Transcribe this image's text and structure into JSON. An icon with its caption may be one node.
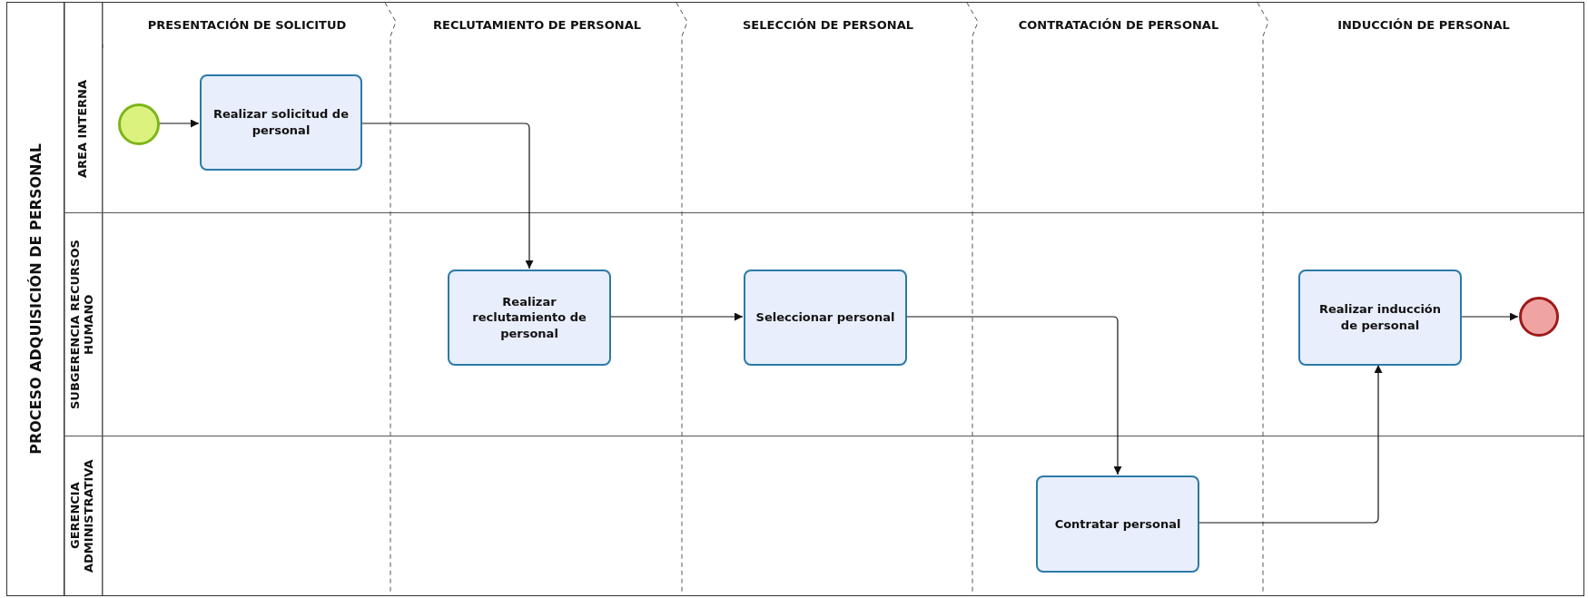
{
  "diagram": {
    "nodes": [
      {
        "text": [
          "PROCESO ADQUISICIÓN DE PERSONAL"
        ]
      },
      {
        "text": [
          "PRESENTACIÓN DE SOLICITUD"
        ],
        "in": 0
      },
      {
        "text": [
          "RECLUTAMIENTO DE PERSONAL"
        ],
        "in": 0
      },
      {
        "text": [
          "SELECCIÓN DE PERSONAL"
        ],
        "in": 0
      },
      {
        "text": [
          "CONTRATACIÓN DE PERSONAL"
        ],
        "in": 0
      },
      {
        "text": [
          "INDUCCIÓN DE PERSONAL"
        ],
        "in": 0
      },
      {
        "text": [
          "AREA INTERNA"
        ],
        "in": 0
      },
      {
        "text": [
          "SUBGERENCIA RECURSOS HUMANO"
        ],
        "in": 0
      },
      {
        "text": [
          "GERENCIA ADMINISTRATIVA"
        ],
        "in": 0
      },
      {
        "text": [],
        "shape": "circle",
        "in": 6
      },
      {
        "text": [
          "Realizar solicitud de personal"
        ],
        "in": 6
      },
      {
        "text": [
          "Realizar reclutamiento de personal"
        ],
        "in": 7
      },
      {
        "text": [
          "Seleccionar personal"
        ],
        "in": 7
      },
      {
        "text": [
          "Realizar inducción de personal"
        ],
        "in": 7
      },
      {
        "text": [],
        "shape": "circle",
        "in": 7
      },
      {
        "text": [
          "Contratar personal"
        ],
        "in": 8
      }
    ],
    "edges": [
      {
        "from": 9,
        "to": 10,
        "arrow": "to"
      },
      {
        "from": 10,
        "to": 11,
        "arrow": "to"
      },
      {
        "from": 11,
        "to": 12,
        "arrow": "to"
      },
      {
        "from": 12,
        "to": 15,
        "arrow": "to"
      },
      {
        "from": 15,
        "to": 13,
        "arrow": "to"
      },
      {
        "from": 13,
        "to": 14,
        "arrow": "to"
      }
    ]
  }
}
